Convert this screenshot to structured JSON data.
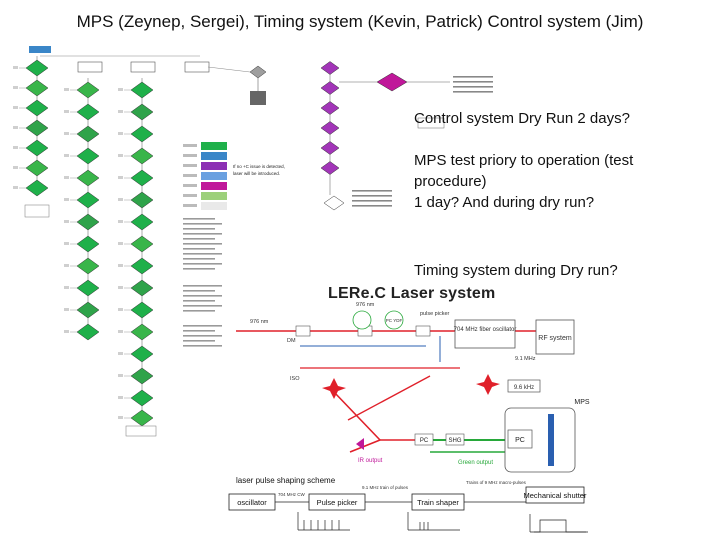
{
  "slide": {
    "title": "MPS  (Zeynep, Sergei), Timing system (Kevin, Patrick)  Control system (Jim)"
  },
  "notes": {
    "dry_run": "Control system Dry Run  2 days?",
    "mps_test_line1": "MPS test priory to operation (test",
    "mps_test_line2": "procedure)",
    "mps_test_line3": "1 day?  And during dry run?",
    "timing": "Timing system  during Dry run?"
  },
  "laser": {
    "title": "LERe.C Laser system",
    "labels": {
      "nm976_top": "976 nm",
      "dm1": "DM",
      "nm976_mid": "976 nm",
      "fiber": "704 MHz fiber oscillator",
      "pc_ydf": "PC YDF",
      "pulse_picker": "pulse picker",
      "rf": "RF system",
      "mhz_9": "9.1 MHz",
      "iso": "ISO",
      "khz": "9.6 kHz",
      "mps": "MPS",
      "pc_lower": "PC",
      "shg": "SHG",
      "pc_box": "PC",
      "ir_output": "IR output",
      "green_output": "Green output"
    },
    "bottom": {
      "caption": "laser pulse shaping scheme",
      "oscillator": "oscillator",
      "pulse_picker": "Pulse picker",
      "train_shaper": "Train shaper",
      "mech_shutter": "Mechanical shutter",
      "note_704": "704 MHz CW",
      "note_9mhz": "9.1 MHz train of pulses",
      "note_trains": "Trains of 9 MHz macro-pulses"
    }
  },
  "flowchart": {
    "legend_note_line1": "If no +C issue is detected,",
    "legend_note_line2": "laser will be introduced."
  },
  "colors": {
    "flow_green": "#1fb04a",
    "flow_blue": "#3a86c8",
    "flow_purple": "#8c2fb4",
    "flow_magenta": "#c0189a",
    "laser_red": "#e0202a",
    "laser_green": "#27a83a",
    "laser_blue": "#2a5fb0"
  }
}
